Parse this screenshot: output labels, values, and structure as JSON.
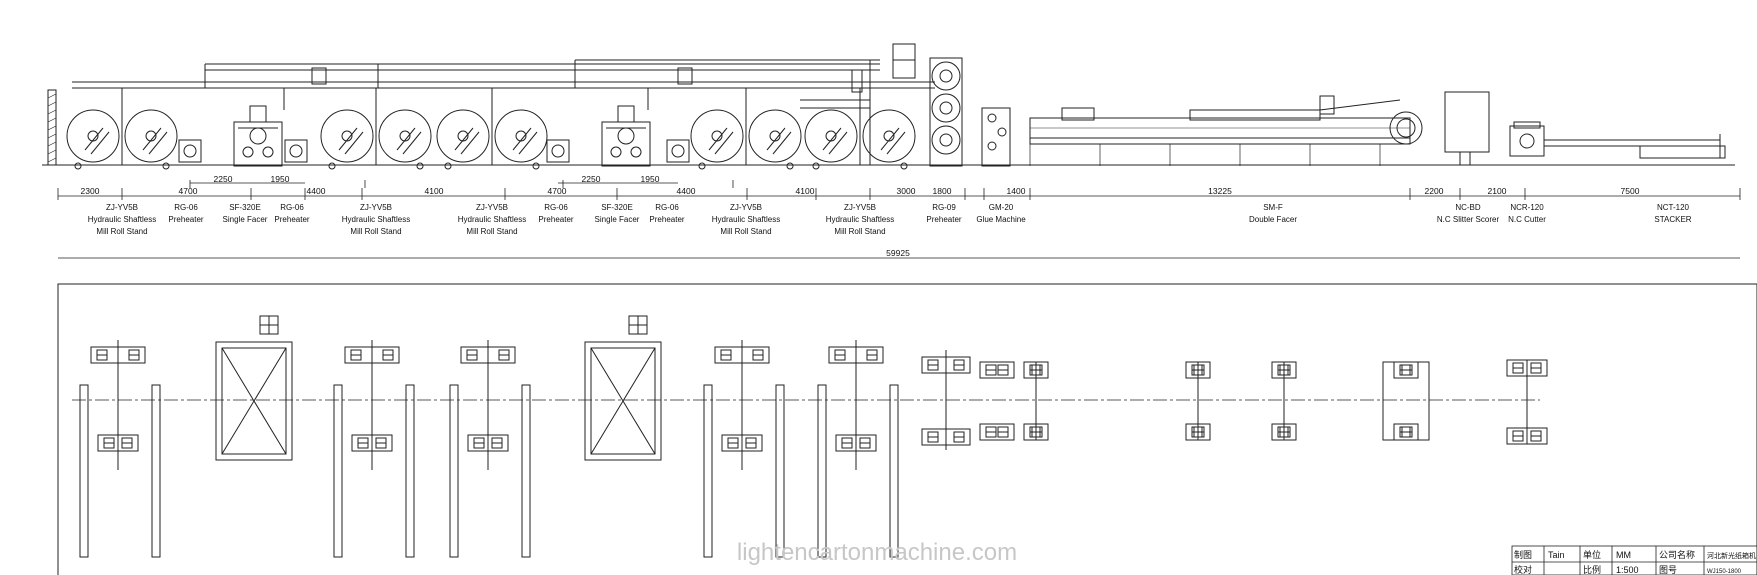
{
  "drawing": {
    "dimensions": [
      {
        "label": "2300"
      },
      {
        "label": "4700"
      },
      {
        "label": "2250"
      },
      {
        "label": "1950"
      },
      {
        "label": "4400"
      },
      {
        "label": "4100"
      },
      {
        "label": "4700"
      },
      {
        "label": "2250"
      },
      {
        "label": "1950"
      },
      {
        "label": "4400"
      },
      {
        "label": "4100"
      },
      {
        "label": "3000"
      },
      {
        "label": "1800"
      },
      {
        "label": "1400"
      },
      {
        "label": "13225"
      },
      {
        "label": "2200"
      },
      {
        "label": "2100"
      },
      {
        "label": "7500"
      }
    ],
    "total_length": "59925",
    "machines": [
      {
        "lines": [
          "ZJ-YV5B",
          "Hydraulic Shaftless",
          "Mill Roll Stand"
        ]
      },
      {
        "lines": [
          "RG-06",
          "Preheater"
        ]
      },
      {
        "lines": [
          "SF-320E",
          "Single Facer"
        ]
      },
      {
        "lines": [
          "RG-06",
          "Preheater"
        ]
      },
      {
        "lines": [
          "ZJ-YV5B",
          "Hydraulic Shaftless",
          "Mill Roll Stand"
        ]
      },
      {
        "lines": [
          "ZJ-YV5B",
          "Hydraulic Shaftless",
          "Mill Roll Stand"
        ]
      },
      {
        "lines": [
          "RG-06",
          "Preheater"
        ]
      },
      {
        "lines": [
          "SF-320E",
          "Single Facer"
        ]
      },
      {
        "lines": [
          "RG-06",
          "Preheater"
        ]
      },
      {
        "lines": [
          "ZJ-YV5B",
          "Hydraulic Shaftless",
          "Mill Roll Stand"
        ]
      },
      {
        "lines": [
          "ZJ-YV5B",
          "Hydraulic Shaftless",
          "Mill Roll Stand"
        ]
      },
      {
        "lines": [
          "RG-09",
          "Preheater"
        ]
      },
      {
        "lines": [
          "GM-20",
          "Glue Machine"
        ]
      },
      {
        "lines": [
          "SM-F",
          "Double Facer"
        ]
      },
      {
        "lines": [
          "NC-BD",
          "N.C Slitter Scorer"
        ]
      },
      {
        "lines": [
          "NCR-120",
          "N.C Cutter"
        ]
      },
      {
        "lines": [
          "NCT-120",
          "STACKER"
        ]
      }
    ]
  },
  "watermark": "lightencartonmachine.com",
  "title_block": {
    "row1": [
      "制图",
      "Tain",
      "单位",
      "MM",
      "公司名称",
      "河北新光纸箱机"
    ],
    "row2": [
      "校对",
      "",
      "比例",
      "1:500",
      "图号",
      "WJ150-1800"
    ]
  }
}
